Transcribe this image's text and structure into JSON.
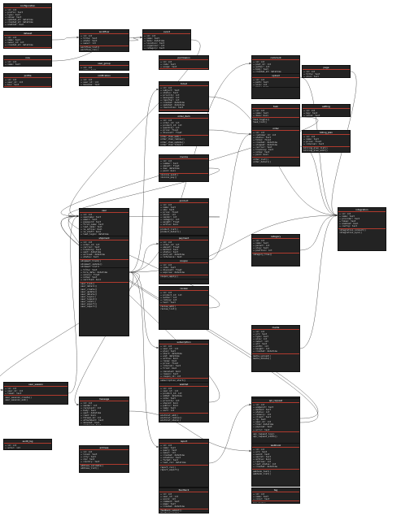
{
  "diagram": {
    "nodes": [
      {
        "id": "n1",
        "title": "configuration",
        "fields": [
          "+ id: int",
          "+ prefix: text",
          "+ type: text",
          "+ value: text",
          "+ updated_at: datetime",
          "+ created_at: datetime",
          "+ enabled: bool"
        ],
        "methods": [
          "configuration_view_list()",
          "configuration_edit()"
        ]
      },
      {
        "id": "n2",
        "title": "dataset",
        "fields": [
          "+ id: int",
          "+ name: text",
          "+ owner_id: int",
          "+ created_at: datetime"
        ],
        "methods": [
          "dataset_table()"
        ]
      },
      {
        "id": "n3",
        "title": "rule",
        "fields": [
          "+ id: int",
          "+ name: text"
        ],
        "methods": [
          "rule_list()",
          "rule_delete()"
        ]
      },
      {
        "id": "n4",
        "title": "profile",
        "fields": [
          "+ id: int",
          "+ user_id: int",
          "+ bio: text"
        ],
        "methods": [
          "profile_view()"
        ]
      },
      {
        "id": "n5",
        "title": "workflow",
        "fields": [
          "+ id: int",
          "+ title: text",
          "+ state: text",
          "+ owner: int"
        ],
        "methods": [
          "workflow_list()",
          "workflow_run()",
          "workflow_stop()"
        ]
      },
      {
        "id": "n6",
        "title": "user_group",
        "fields": [
          "+ id: int",
          "+ name: text"
        ],
        "methods": [
          "user_group_add()"
        ]
      },
      {
        "id": "n7",
        "title": "notification",
        "fields": [
          "+ id: int",
          "+ user_id: int",
          "+ message: text",
          "+ read: bool"
        ],
        "methods": [
          "notification_send()"
        ]
      },
      {
        "id": "n8",
        "title": "event",
        "fields": [
          "+ id: int",
          "+ name: text",
          "+ date: datetime",
          "+ location: text",
          "+ organizer: int",
          "+ category: text",
          "+ capacity: int",
          "+ price: float",
          "+ status: text"
        ],
        "methods": [
          "event_list()",
          "event_detail()",
          "event_cancel()"
        ]
      },
      {
        "id": "n9",
        "title": "permission",
        "fields": [
          "+ id: int",
          "+ code: text",
          "+ scope: text"
        ],
        "methods": [
          "permission_check()"
        ]
      },
      {
        "id": "n10",
        "title": "ticket",
        "fields": [
          "+ id: int",
          "+ subject: text",
          "+ status: text",
          "+ priority: int",
          "+ assignee: int",
          "+ reporter: int",
          "+ created: datetime",
          "+ updated: datetime",
          "+ resolution: text"
        ],
        "methods": [
          "ticket_view()",
          "ticket_close()"
        ]
      },
      {
        "id": "n11",
        "title": "comment",
        "fields": [
          "+ id: int",
          "+ post_id: int",
          "+ author: int",
          "+ body: text",
          "+ created_at: datetime",
          "+ edited: bool",
          "+ likes: int",
          "+ parent_id: int"
        ],
        "methods": [
          "comment_list()",
          "comment_add()"
        ]
      },
      {
        "id": "n12",
        "title": "upload",
        "fields": [
          "+ id: int",
          "+ path: text",
          "+ size: int",
          "+ mime: text"
        ],
        "methods": [
          "upload_create()",
          "upload_remove()"
        ]
      },
      {
        "id": "n13",
        "title": "user",
        "fields": [
          "+ id: int",
          "+ username: text",
          "+ email: text",
          "+ password: text",
          "+ first_name: text",
          "+ last_name: text",
          "+ is_active: bool",
          "+ is_staff: bool",
          "+ last_login: datetime",
          "+ date_joined: datetime",
          "+ phone: text",
          "+ address: text",
          "+ city: text",
          "+ country: text",
          "+ zip: text",
          "+ avatar: text",
          "+ timezone: text",
          "+ locale: text",
          "+ role: text",
          "+ team_id: int",
          "+ manager_id: int",
          "+ department: text",
          "+ title: text",
          "+ hire_date: datetime",
          "+ salary: float",
          "+ notes: text",
          "+ verified: bool"
        ],
        "methods": [
          "user_list()",
          "user_detail()",
          "user_create()",
          "user_update()",
          "user_delete()",
          "user_login()",
          "user_logout()",
          "user_reset()",
          "user_export()",
          "user_import()"
        ]
      },
      {
        "id": "n14",
        "title": "order_item",
        "fields": [
          "+ id: int",
          "+ order_id: int",
          "+ product_id: int",
          "+ quantity: int",
          "+ price: float",
          "+ discount: float"
        ],
        "methods": [
          "order_item_add()",
          "order_item_remove()",
          "order_item_update()",
          "order_item_total()"
        ]
      },
      {
        "id": "n15",
        "title": "invoice",
        "fields": [
          "+ id: int",
          "+ number: text",
          "+ amount: float",
          "+ due: datetime",
          "+ paid: bool"
        ],
        "methods": [
          "invoice_send()",
          "invoice_pay()"
        ]
      },
      {
        "id": "n16",
        "title": "task",
        "fields": [
          "+ id: int",
          "+ name: text",
          "+ done: bool"
        ],
        "methods": [
          "task_toggle()",
          "task_list()"
        ]
      },
      {
        "id": "n17",
        "title": "order",
        "fields": [
          "+ id: int",
          "+ customer_id: int",
          "+ status: text",
          "+ total: float",
          "+ created: datetime",
          "+ shipped: datetime",
          "+ carrier: text",
          "+ tracking: text",
          "+ notes: text",
          "+ paid: bool"
        ],
        "methods": [
          "order_list()",
          "order_detail()"
        ]
      },
      {
        "id": "n18",
        "title": "product",
        "fields": [
          "+ id: int",
          "+ name: text",
          "+ sku: text",
          "+ price: float",
          "+ stock: int",
          "+ vendor: int",
          "+ category: int",
          "+ weight: float",
          "+ active: bool"
        ],
        "methods": [
          "product_list()",
          "product_detail()"
        ]
      },
      {
        "id": "n19",
        "title": "payment",
        "fields": [
          "+ id: int",
          "+ order_id: int",
          "+ amount: float",
          "+ method: text",
          "+ status: text",
          "+ paid_at: datetime",
          "+ reference: text",
          "+ currency: text",
          "+ refunded: bool",
          "+ fee: float",
          "+ gateway: text"
        ],
        "methods": [
          "payment_capture()",
          "payment_refund()"
        ]
      },
      {
        "id": "n20",
        "title": "coupon",
        "fields": [
          "+ id: int",
          "+ code: text",
          "+ discount: float",
          "+ expires: datetime"
        ],
        "methods": [
          "coupon_apply()"
        ]
      },
      {
        "id": "n21",
        "title": "category",
        "fields": [
          "+ id: int",
          "+ name: text",
          "+ parent: int",
          "+ slug: text",
          "+ position: int"
        ],
        "methods": [
          "category_tree()"
        ]
      },
      {
        "id": "n22",
        "title": "user_session",
        "fields": [
          "+ id: int",
          "+ user_id: int",
          "+ token: text"
        ],
        "methods": [
          "user_session_create()",
          "user_session_end()"
        ]
      },
      {
        "id": "n23",
        "title": "shipment",
        "fields": [
          "+ id: int",
          "+ order_id: int",
          "+ carrier: text",
          "+ tracking: text",
          "+ sent: datetime",
          "+ arrived: datetime",
          "+ status: text"
        ],
        "methods": [
          "shipment_track()",
          "shipment_update()",
          "shipment_list()"
        ]
      },
      {
        "id": "n24",
        "title": "review",
        "fields": [
          "+ id: int",
          "+ product_id: int",
          "+ author: int",
          "+ rating: int",
          "+ text: text"
        ],
        "methods": [
          "review_add()",
          "review_list()"
        ]
      },
      {
        "id": "n25",
        "title": "audit_log",
        "fields": [
          "+ id: int",
          "+ actor: int",
          "+ action: text"
        ],
        "methods": [
          "audit_log_view()"
        ]
      },
      {
        "id": "n26",
        "title": "message",
        "fields": [
          "+ id: int",
          "+ sender: int",
          "+ recipient: int",
          "+ body: text",
          "+ sent: datetime",
          "+ read: bool",
          "+ thread_id: int",
          "+ attachment: text",
          "+ deleted: bool",
          "+ archived: bool",
          "+ starred: bool"
        ],
        "methods": [
          "message_send()",
          "message_inbox()",
          "message_delete()",
          "message_archive()"
        ]
      },
      {
        "id": "n27",
        "title": "address",
        "fields": [
          "+ id: int",
          "+ line1: text",
          "+ city: text",
          "+ zip: text",
          "+ country: text"
        ],
        "methods": [
          "address_validate()",
          "address_list()"
        ]
      },
      {
        "id": "n28",
        "title": "inventory",
        "fields": [
          "+ id: int",
          "+ product_id: int",
          "+ warehouse: int",
          "+ quantity: int",
          "+ reserved: int",
          "+ updated: datetime",
          "+ location: text",
          "+ batch: text",
          "+ expiry: datetime",
          "+ supplier: int",
          "+ cost: float",
          "+ min_level: int"
        ],
        "methods": [
          "inventory_check()",
          "inventory_adjust()",
          "inventory_report()"
        ]
      },
      {
        "id": "n29",
        "title": "subscription",
        "fields": [
          "+ id: int",
          "+ user_id: int",
          "+ plan: text",
          "+ start: datetime",
          "+ end: datetime",
          "+ active: bool",
          "+ renew: bool",
          "+ price: float",
          "+ interval: text",
          "+ trial: bool",
          "+ canceled: bool",
          "+ reason: text",
          "+ coupon_id: int"
        ],
        "methods": [
          "subscription_start()",
          "subscription_cancel()",
          "subscription_renew()",
          "subscription_list()"
        ]
      },
      {
        "id": "n30",
        "title": "wishlist",
        "fields": [
          "+ id: int",
          "+ user_id: int",
          "+ product_id: int",
          "+ added: datetime",
          "+ note: text",
          "+ priority: int",
          "+ shared: bool",
          "+ public: bool",
          "+ name: text",
          "+ sort: int"
        ],
        "methods": [
          "wishlist_add()",
          "wishlist_remove()",
          "wishlist_share()"
        ]
      },
      {
        "id": "n31",
        "title": "report",
        "fields": [
          "+ id: int",
          "+ name: text",
          "+ query: text",
          "+ owner: int",
          "+ created: datetime",
          "+ schedule: text",
          "+ format: text",
          "+ last_run: datetime"
        ],
        "methods": [
          "report_run()",
          "report_export()"
        ]
      },
      {
        "id": "n32",
        "title": "tag",
        "fields": [
          "+ id: int",
          "+ name: text",
          "+ color: text"
        ],
        "methods": [
          "tag_list()"
        ]
      },
      {
        "id": "n33",
        "title": "media",
        "fields": [
          "+ id: int",
          "+ url: text",
          "+ type: text",
          "+ size: int",
          "+ owner: int",
          "+ alt: text",
          "+ width: int",
          "+ height: int",
          "+ created: datetime"
        ],
        "methods": [
          "media_upload()",
          "media_delete()"
        ]
      },
      {
        "id": "n34",
        "title": "api_request",
        "fields": [
          "+ id: int",
          "+ endpoint: text",
          "+ method: text",
          "+ status: int",
          "+ latency: int",
          "+ client: text",
          "+ ip: text",
          "+ user_id: int",
          "+ time: datetime",
          "+ payload: text",
          "+ error: text"
        ],
        "methods": [
          "api_request_log()",
          "api_request_stats()"
        ]
      },
      {
        "id": "n35",
        "title": "feedback",
        "fields": [
          "+ id: int",
          "+ user_id: int",
          "+ score: int",
          "+ comment: text",
          "+ page: text",
          "+ created: datetime"
        ],
        "methods": [
          "feedback_submit()",
          "feedback_list()"
        ]
      },
      {
        "id": "n36",
        "title": "integration",
        "fields": [
          "+ id: int",
          "+ name: text",
          "+ provider: text",
          "+ token: text",
          "+ enabled: bool",
          "+ config: text"
        ],
        "methods": [
          "integration_connect()",
          "integration_sync()"
        ]
      },
      {
        "id": "n37",
        "title": "webhook",
        "fields": [
          "+ id: int",
          "+ url: text",
          "+ event: text",
          "+ secret: text",
          "+ active: bool",
          "+ retries: int",
          "+ last_status: int",
          "+ created: datetime"
        ],
        "methods": [
          "webhook_test()",
          "webhook_list()"
        ]
      },
      {
        "id": "n38",
        "title": "page",
        "fields": [
          "+ id: int",
          "+ title: text",
          "+ slug: text",
          "+ body: text",
          "+ published: bool",
          "+ author: int"
        ],
        "methods": [
          "page_view()",
          "page_edit()"
        ]
      },
      {
        "id": "n39",
        "title": "setting",
        "fields": [
          "+ id: int",
          "+ key: text",
          "+ value: text"
        ],
        "methods": [
          "setting_get()"
        ]
      },
      {
        "id": "n40",
        "title": "billing_plan",
        "fields": [
          "+ id: int",
          "+ name: text",
          "+ price: float",
          "+ interval: text"
        ],
        "methods": [
          "billing_plan_list()",
          "billing_plan_edit()"
        ]
      }
    ]
  },
  "colors": {
    "background": "#ffffff",
    "node_fill": "#232323",
    "node_text": "#d9d9d9",
    "separator": "#b03a2e",
    "edge": "#333333"
  }
}
